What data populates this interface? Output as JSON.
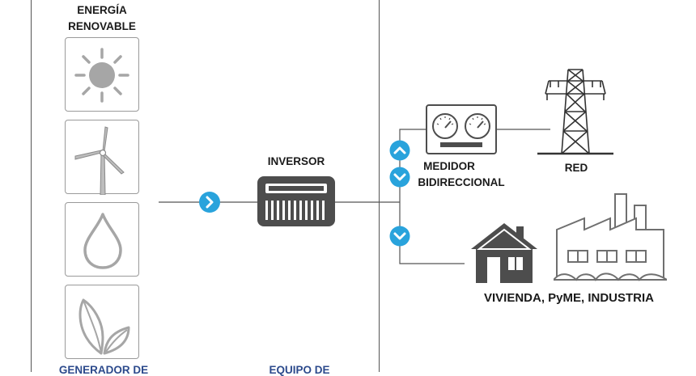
{
  "source": {
    "title_line1": "ENERGÍA",
    "title_line2": "RENOVABLE",
    "icons": [
      "sun-icon",
      "wind-turbine-icon",
      "water-drop-icon",
      "leaf-biomass-icon"
    ],
    "footer_label": "GENERADOR DE"
  },
  "inverter": {
    "label": "INVERSOR",
    "footer_label": "EQUIPO DE"
  },
  "meter": {
    "label_line1": "MEDIDOR",
    "label_line2": "BIDIRECCIONAL"
  },
  "grid": {
    "label": "RED"
  },
  "consumers": {
    "label": "VIVIENDA, PyME, INDUSTRIA"
  },
  "colors": {
    "arrow_blue": "#29a3dc",
    "icon_gray": "#a6a6a6",
    "dark_gray": "#4d4d4d",
    "line": "#555555",
    "footer_text": "#2c4a8c"
  }
}
